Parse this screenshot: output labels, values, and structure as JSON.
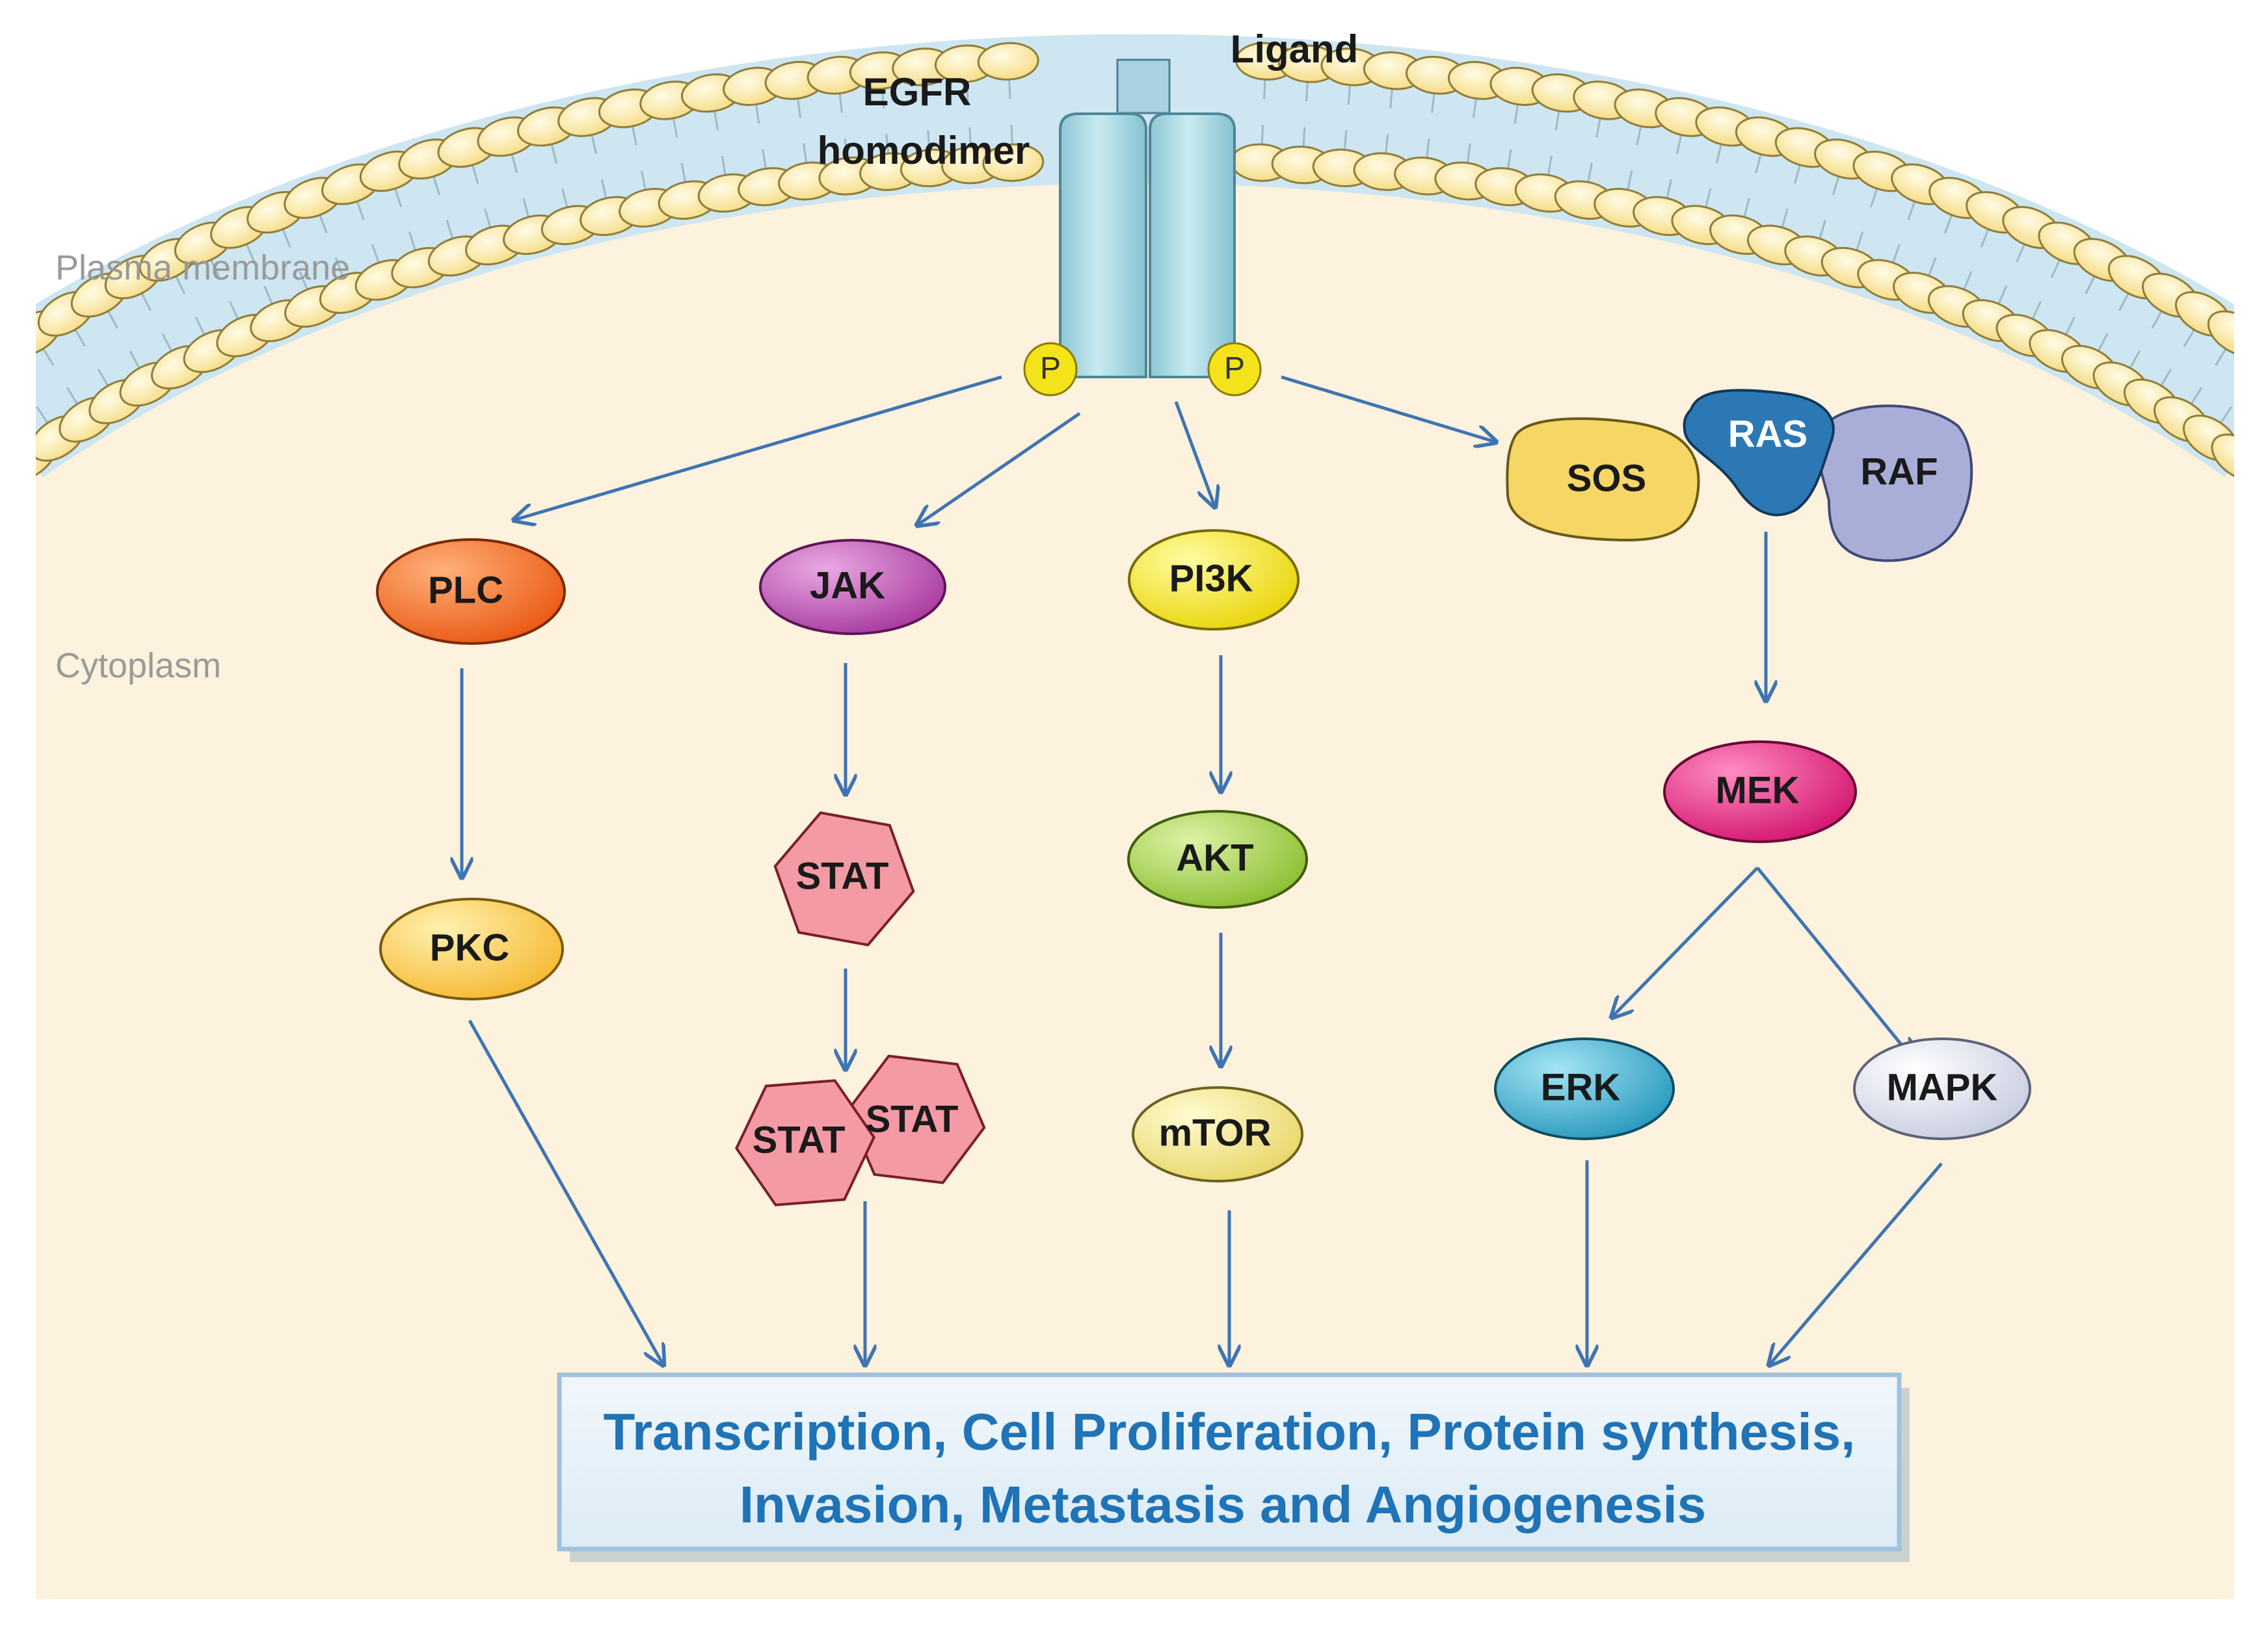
{
  "labels": {
    "ligand": "Ligand",
    "egfr_line1": "EGFR",
    "egfr_line2": "homodimer",
    "plasma_membrane": "Plasma membrane",
    "cytoplasm": "Cytoplasm",
    "phospho_left": "P",
    "phospho_right": "P"
  },
  "nodes": {
    "plc": "PLC",
    "pkc": "PKC",
    "jak": "JAK",
    "stat": "STAT",
    "stat_dimer_a": "STAT",
    "stat_dimer_b": "STAT",
    "pi3k": "PI3K",
    "akt": "AKT",
    "mtor": "mTOR",
    "sos": "SOS",
    "ras": "RAS",
    "raf": "RAF",
    "mek": "MEK",
    "erk": "ERK",
    "mapk": "MAPK"
  },
  "outcome": {
    "line1": "Transcription, Cell Proliferation, Protein synthesis,",
    "line2": "Invasion, Metastasis and Angiogenesis"
  },
  "colors": {
    "cytoplasm": "#fdf2dd",
    "membrane": "#d4e9f3",
    "lipid_head": "#fbe6a0",
    "receptor": "#a8d8e2",
    "arrow": "#3f74b3",
    "plc": "#f0621a",
    "pkc": "#f7c33e",
    "jak": "#b548a9",
    "stat": "#f49aa4",
    "pi3k": "#f2e010",
    "akt": "#9fcd3c",
    "mtor": "#efe07a",
    "sos": "#f7d86a",
    "ras": "#2c78b5",
    "raf": "#a9aed9",
    "mek": "#e0187a",
    "erk": "#33a5c9",
    "mapk": "#d8dcec",
    "outcome_box": "#e7f1f9",
    "outcome_text": "#1f73b7"
  }
}
